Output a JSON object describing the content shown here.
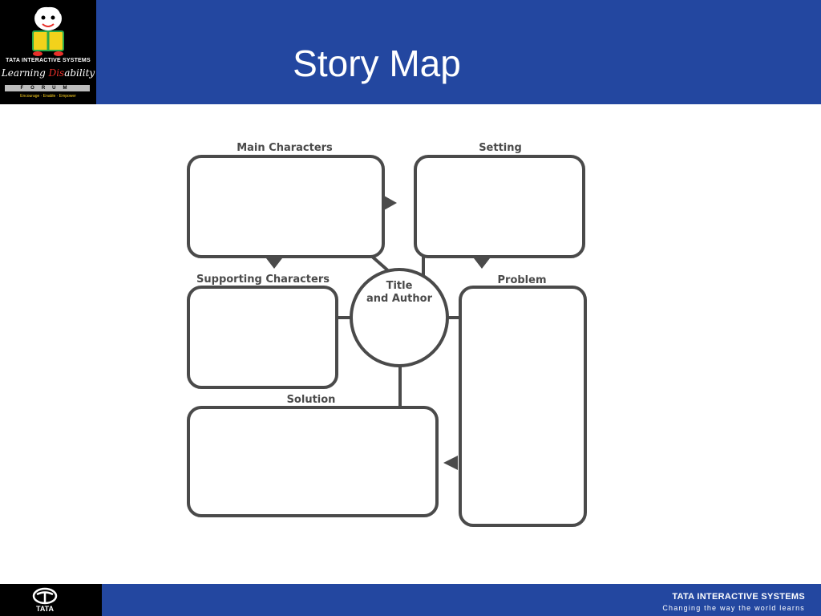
{
  "header": {
    "title": "Story Map",
    "logo": {
      "company": "TATA INTERACTIVE SYSTEMS",
      "brand_prefix": "Learning ",
      "brand_highlight": "Dis",
      "brand_suffix": "ability",
      "forum": "FORUM",
      "tagline": "Encourage · Enable · Empower"
    }
  },
  "diagram": {
    "main_characters": "Main Characters",
    "setting": "Setting",
    "supporting_characters": "Supporting Characters",
    "problem": "Problem",
    "solution": "Solution",
    "center_line1": "Title",
    "center_line2": "and Author"
  },
  "footer": {
    "logo_text": "TATA",
    "brand": "TATA INTERACTIVE SYSTEMS",
    "tagline": "Changing the way the world learns"
  },
  "colors": {
    "header_blue": "#2347a0",
    "diagram_stroke": "#4a4a4a"
  }
}
